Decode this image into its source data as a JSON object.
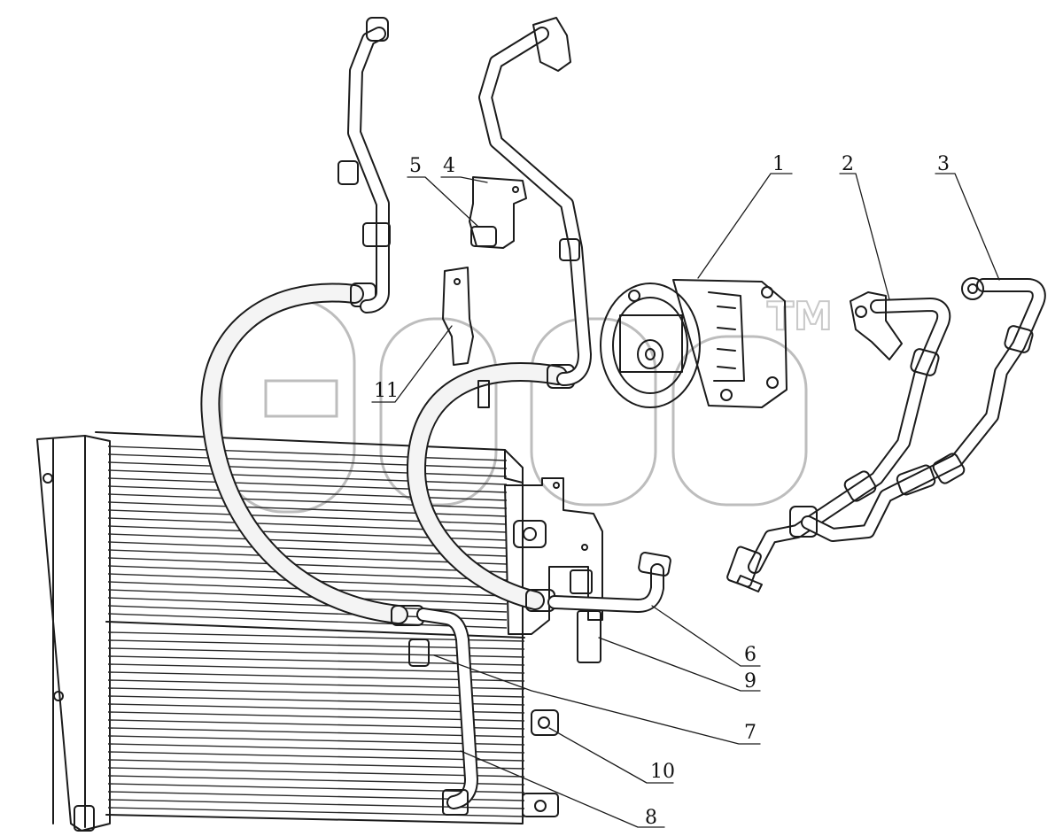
{
  "diagram": {
    "callouts": [
      {
        "id": "1",
        "text": "1"
      },
      {
        "id": "2",
        "text": "2"
      },
      {
        "id": "3",
        "text": "3"
      },
      {
        "id": "4",
        "text": "4"
      },
      {
        "id": "5",
        "text": "5"
      },
      {
        "id": "6",
        "text": "6"
      },
      {
        "id": "7",
        "text": "7"
      },
      {
        "id": "8",
        "text": "8"
      },
      {
        "id": "9",
        "text": "9"
      },
      {
        "id": "10",
        "text": "10"
      },
      {
        "id": "11",
        "text": "11"
      }
    ],
    "watermark": {
      "text": "TM"
    }
  }
}
